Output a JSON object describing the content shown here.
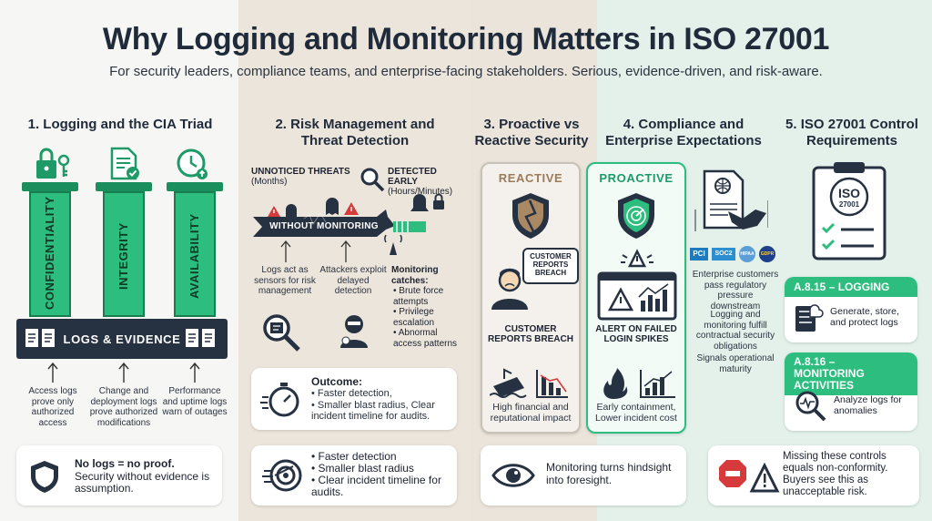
{
  "title": "Why Logging and Monitoring Matters in ISO 27001",
  "subtitle": "For security leaders, compliance teams, and enterprise-facing stakeholders. Serious, evidence-driven, and risk-aware.",
  "col1": {
    "heading": "1. Logging and the CIA Triad",
    "pillars": [
      "CONFIDENTIALITY",
      "INTEGRITY",
      "AVAILABILITY"
    ],
    "base_label": "LOGS & EVIDENCE",
    "notes": [
      "Access logs prove only authorized access",
      "Change and deployment logs prove authorized modifications",
      "Performance and uptime logs warn of outages"
    ],
    "callout_bold": "No logs = no proof.",
    "callout_text": "Security without evidence is assumption."
  },
  "col2": {
    "heading_line1": "2. Risk Management and",
    "heading_line2": "Threat Detection",
    "unnoticed_label": "UNNOTICED THREATS",
    "unnoticed_sub": "(Months)",
    "detected_label": "DETECTED EARLY",
    "detected_sub": "(Hours/Minutes)",
    "arrow_label": "WITHOUT MONITORING",
    "note1": "Logs act as sensors for risk management",
    "note2": "Attackers exploit delayed detection",
    "catches_title": "Monitoring catches:",
    "catches": [
      "Brute force attempts",
      "Privilege escalation",
      "Abnormal access patterns"
    ],
    "outcome_title": "Outcome:",
    "outcome_items": [
      "Faster detection,",
      "Smaller blast radius, Clear incident timeline for audits."
    ],
    "bottom_items": [
      "Faster detection",
      "Smaller blast radius",
      "Clear incident timeline for audits."
    ]
  },
  "col3": {
    "heading_line1": "3. Proactive vs",
    "heading_line2": "Reactive Security",
    "reactive_label": "REACTIVE",
    "bubble": "CUSTOMER REPORTS BREACH",
    "reactive_caption": "CUSTOMER REPORTS BREACH",
    "reactive_impact": "High financial and reputational impact",
    "bottom_text": "Monitoring turns hindsight into foresight."
  },
  "col4": {
    "heading_line1": "4. Compliance and",
    "heading_line2": "Enterprise Expectations",
    "proactive_label": "PROACTIVE",
    "proactive_caption": "ALERT ON FAILED LOGIN SPIKES",
    "proactive_impact": "Early containment, Lower incident cost",
    "badges": [
      "PCI",
      "SOC2",
      "HIPAA",
      "GDPR"
    ],
    "notes": [
      "Enterprise customers pass regulatory pressure downstream",
      "Logging and monitoring fulfill contractual security obligations",
      "Signals operational maturity"
    ]
  },
  "col5": {
    "heading_line1": "5. ISO 27001 Control",
    "heading_line2": "Requirements",
    "iso_big": "ISO",
    "iso_num": "27001",
    "control1_title": "A.8.15 – LOGGING",
    "control1_text": "Generate, store, and protect logs",
    "control2_title": "A.8.16 – MONITORING ACTIVITIES",
    "control2_text": "Analyze logs for anomalies",
    "bottom_text": "Missing these controls equals non-conformity. Buyers see this as unacceptable risk."
  },
  "colors": {
    "green": "#2dbd7e",
    "dark": "#1f2a3a",
    "red": "#d63a3a",
    "navy": "#263142"
  }
}
